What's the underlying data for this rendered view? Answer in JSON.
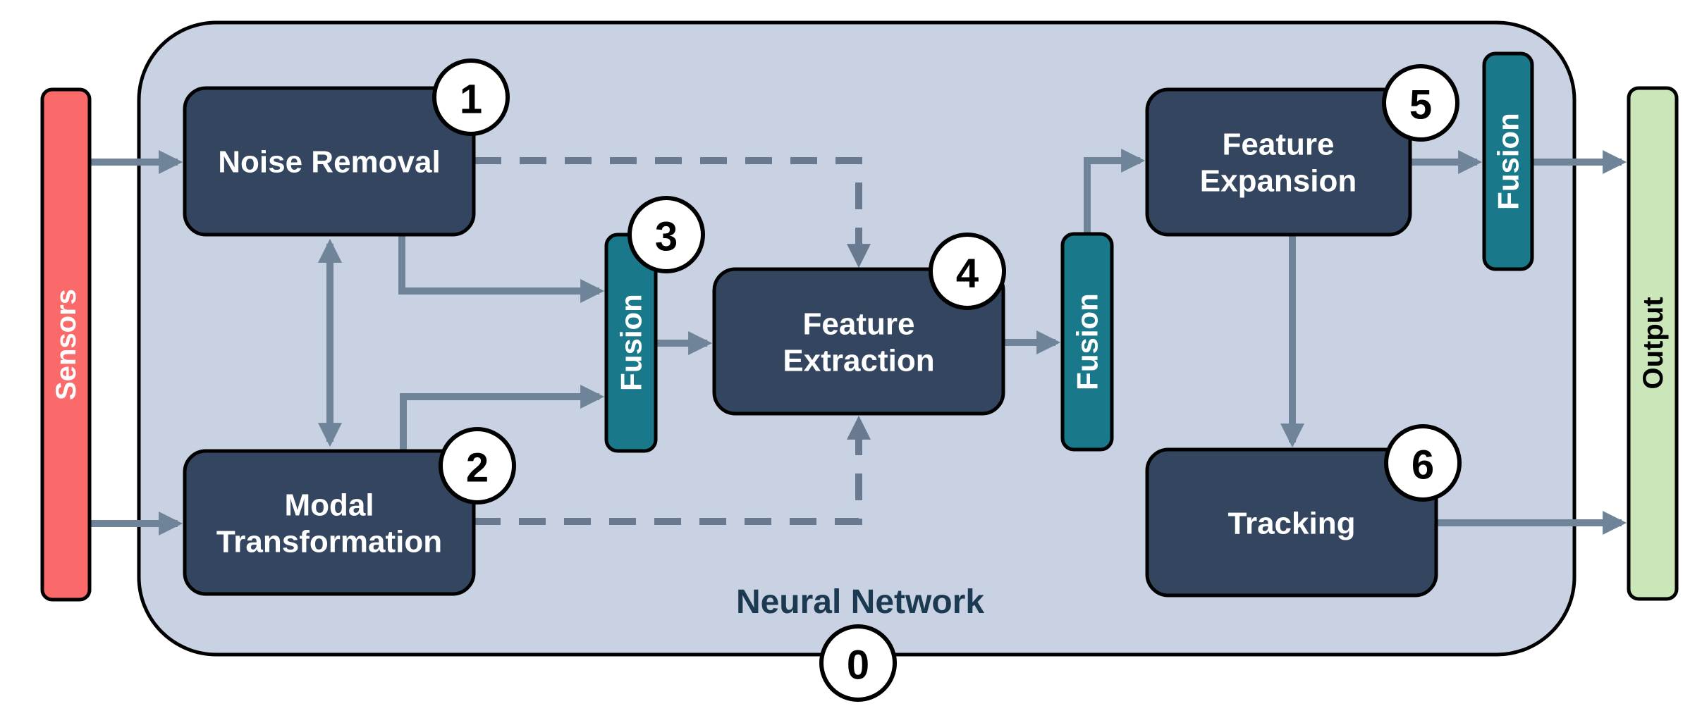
{
  "diagram": {
    "container": {
      "label": "Neural Network",
      "badge": "0",
      "fill": "#C9D2E3",
      "label_color": "#1B3A52"
    },
    "input_bar": {
      "label": "Sensors",
      "fill": "#FA6A6A",
      "text_color": "#FFFFFF"
    },
    "output_bar": {
      "label": "Output",
      "fill": "#CBE7BA",
      "text_color": "#000000"
    },
    "nodes": {
      "noise_removal": {
        "badge": "1",
        "label": "Noise Removal"
      },
      "modal_transformation": {
        "badge": "2",
        "line1": "Modal",
        "line2": "Transformation"
      },
      "fusion_a": {
        "badge": "3",
        "label": "Fusion"
      },
      "feature_extraction": {
        "badge": "4",
        "line1": "Feature",
        "line2": "Extraction"
      },
      "feature_expansion": {
        "badge": "5",
        "line1": "Feature",
        "line2": "Expansion"
      },
      "fusion_b": {
        "label": "Fusion"
      },
      "fusion_c": {
        "label": "Fusion"
      },
      "tracking": {
        "badge": "6",
        "label": "Tracking"
      }
    },
    "colors": {
      "node_fill": "#34455F",
      "fusion_fill": "#19798A",
      "solid_arrow": "#708499",
      "dashed_arrow": "#697A90",
      "border": "#000000",
      "badge_fill": "#FFFFFF"
    }
  }
}
